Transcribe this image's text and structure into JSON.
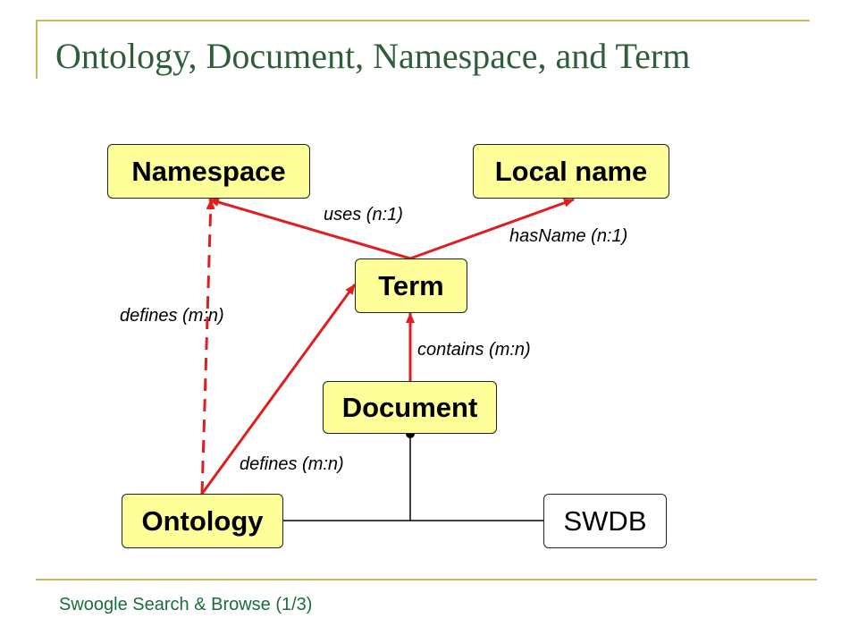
{
  "colors": {
    "frame": "#c8b95e",
    "node_fill": "#ffff99",
    "edge": "#e01e1e",
    "connector": "#000000",
    "title": "#2f5f3a",
    "footer": "#1a6e3a"
  },
  "slide": {
    "title": "Ontology, Document, Namespace, and Term",
    "footer": "Swoogle Search & Browse  (1/3)"
  },
  "nodes": {
    "namespace": "Namespace",
    "localname": "Local name",
    "term": "Term",
    "document": "Document",
    "ontology": "Ontology",
    "swdb": "SWDB"
  },
  "edges": {
    "uses": "uses (n:1)",
    "hasname": "hasName (n:1)",
    "defines_namespace": "defines (m:n)",
    "contains": "contains (m:n)",
    "defines_term": "defines (m:n)"
  }
}
